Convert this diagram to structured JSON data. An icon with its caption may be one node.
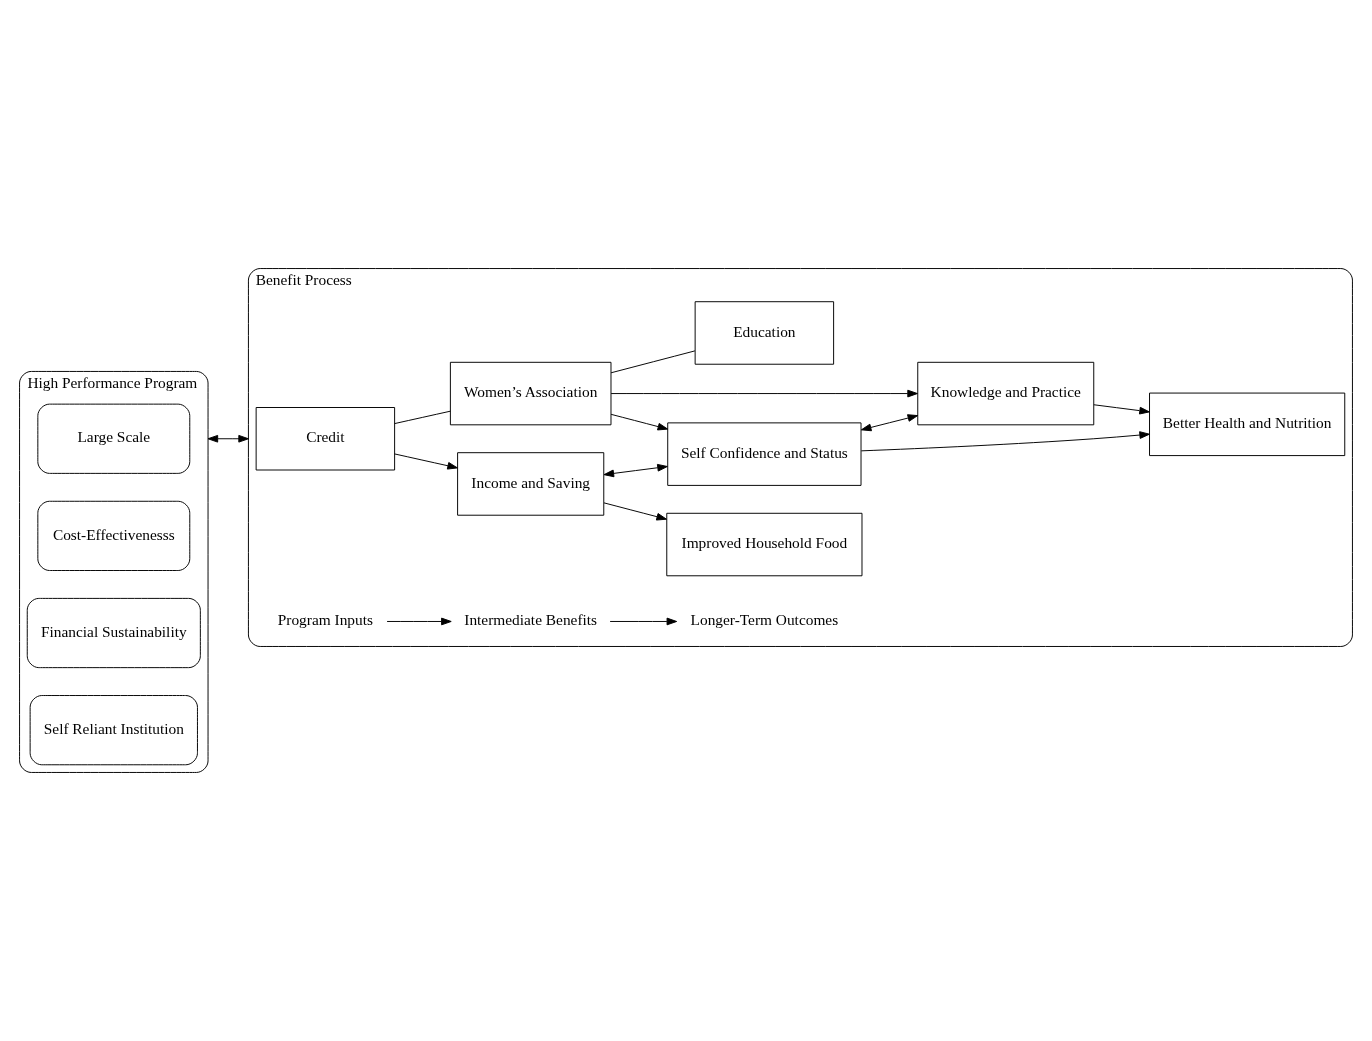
{
  "diagram": {
    "nodes": [
      {
        "text": [
          "High Performance Program"
        ]
      },
      {
        "text": [
          "Large Scale"
        ],
        "in": 0
      },
      {
        "text": [
          "Cost-Effectivenesss"
        ],
        "in": 0
      },
      {
        "text": [
          "Financial Sustainability"
        ],
        "in": 0
      },
      {
        "text": [
          "Self Reliant Institution"
        ],
        "in": 0
      },
      {
        "text": [
          "Benefit Process"
        ]
      },
      {
        "text": [
          "Credit"
        ],
        "in": 5
      },
      {
        "text": [
          "Women’s Association"
        ],
        "in": 5
      },
      {
        "text": [
          "Education"
        ],
        "in": 5
      },
      {
        "text": [
          "Income and Saving"
        ],
        "in": 5
      },
      {
        "text": [
          "Self Confidence and Status"
        ],
        "in": 5
      },
      {
        "text": [
          "Knowledge and Practice"
        ],
        "in": 5
      },
      {
        "text": [
          "Improved Household Food"
        ],
        "in": 5
      },
      {
        "text": [
          "Better Health and Nutrition"
        ],
        "in": 5
      },
      {
        "text": [
          "Program Inputs"
        ],
        "in": 5
      },
      {
        "text": [
          "Intermediate Benefits"
        ],
        "in": 5
      },
      {
        "text": [
          "Longer-Term Outcomes"
        ],
        "in": 5
      }
    ],
    "edges": [
      {
        "from": 0,
        "to": 5,
        "arrow": "both"
      },
      {
        "from": 6,
        "to": 7,
        "arrow": "none"
      },
      {
        "from": 7,
        "to": 8,
        "arrow": "none"
      },
      {
        "from": 6,
        "to": 9,
        "arrow": "to"
      },
      {
        "from": 7,
        "to": 10,
        "arrow": "to"
      },
      {
        "from": 7,
        "to": 11,
        "arrow": "to"
      },
      {
        "from": 9,
        "to": 10,
        "arrow": "both"
      },
      {
        "from": 10,
        "to": 11,
        "arrow": "both"
      },
      {
        "from": 9,
        "to": 12,
        "arrow": "to"
      },
      {
        "from": 10,
        "to": 13,
        "arrow": "to"
      },
      {
        "from": 11,
        "to": 13,
        "arrow": "to"
      },
      {
        "from": 14,
        "to": 15,
        "arrow": "to"
      },
      {
        "from": 15,
        "to": 16,
        "arrow": "to"
      }
    ]
  }
}
